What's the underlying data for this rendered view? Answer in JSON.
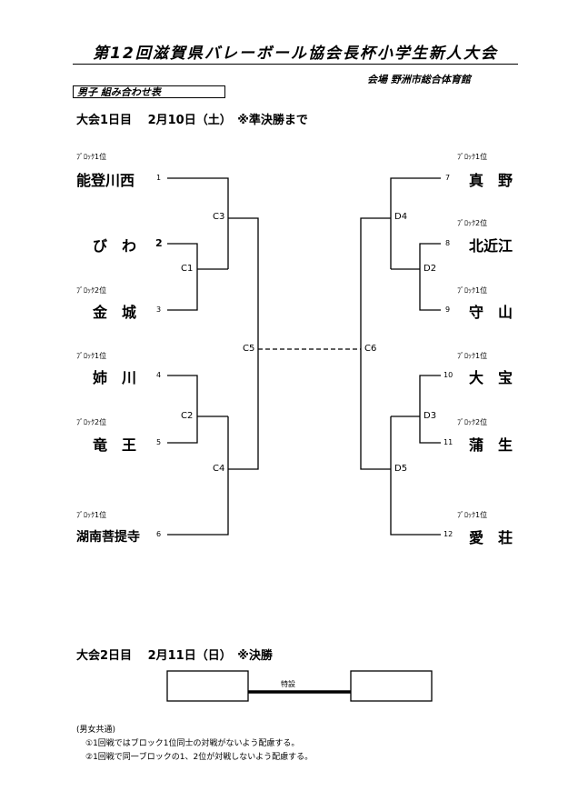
{
  "header": {
    "title": "第12回滋賀県バレーボール協会長杯小学生新人大会",
    "venue": "会場 野洲市総合体育館",
    "section": "男子 組み合わせ表"
  },
  "day1": {
    "heading": "大会1日目　 2月10日（土）　※準決勝まで"
  },
  "day2": {
    "heading": "大会2日目　 2月11日（日）　※決勝"
  },
  "teams_left": [
    {
      "seed": "1",
      "name": "能登川西",
      "block": "ﾌﾞﾛｯｸ1位"
    },
    {
      "seed": "2",
      "name": "び　わ",
      "block": ""
    },
    {
      "seed": "3",
      "name": "金　城",
      "block": "ﾌﾞﾛｯｸ2位"
    },
    {
      "seed": "4",
      "name": "姉　川",
      "block": "ﾌﾞﾛｯｸ1位"
    },
    {
      "seed": "5",
      "name": "竜　王",
      "block": "ﾌﾞﾛｯｸ2位"
    },
    {
      "seed": "6",
      "name": "湖南菩提寺",
      "block": "ﾌﾞﾛｯｸ1位"
    }
  ],
  "teams_right": [
    {
      "seed": "7",
      "name": "真　野",
      "block": "ﾌﾞﾛｯｸ1位"
    },
    {
      "seed": "8",
      "name": "北近江",
      "block": "ﾌﾞﾛｯｸ2位"
    },
    {
      "seed": "9",
      "name": "守　山",
      "block": "ﾌﾞﾛｯｸ1位"
    },
    {
      "seed": "10",
      "name": "大　宝",
      "block": "ﾌﾞﾛｯｸ1位"
    },
    {
      "seed": "11",
      "name": "蒲　生",
      "block": "ﾌﾞﾛｯｸ2位"
    },
    {
      "seed": "12",
      "name": "愛　荘",
      "block": "ﾌﾞﾛｯｸ1位"
    }
  ],
  "matches": {
    "c1": "C1",
    "c2": "C2",
    "c3": "C3",
    "c4": "C4",
    "c5": "C5",
    "c6": "C6",
    "d2": "D2",
    "d3": "D3",
    "d4": "D4",
    "d5": "D5"
  },
  "final": {
    "label": "特設"
  },
  "notes": {
    "head": "(男女共通)",
    "line1": "①1回戦ではブロック1位同士の対戦がないよう配慮する。",
    "line2": "②1回戦で同一ブロックの1、2位が対戦しないよう配慮する。"
  }
}
